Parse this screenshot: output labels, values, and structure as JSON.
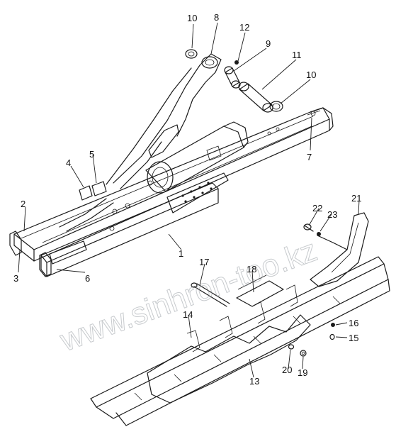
{
  "watermark": "www.sinhron-too.kz",
  "callouts": [
    {
      "id": "1",
      "text": "1"
    },
    {
      "id": "2",
      "text": "2"
    },
    {
      "id": "3",
      "text": "3"
    },
    {
      "id": "4",
      "text": "4"
    },
    {
      "id": "5",
      "text": "5"
    },
    {
      "id": "6",
      "text": "6"
    },
    {
      "id": "7",
      "text": "7"
    },
    {
      "id": "8",
      "text": "8"
    },
    {
      "id": "9",
      "text": "9"
    },
    {
      "id": "10a",
      "text": "10"
    },
    {
      "id": "10b",
      "text": "10"
    },
    {
      "id": "11",
      "text": "11"
    },
    {
      "id": "12",
      "text": "12"
    },
    {
      "id": "13",
      "text": "13"
    },
    {
      "id": "14",
      "text": "14"
    },
    {
      "id": "15",
      "text": "15"
    },
    {
      "id": "16",
      "text": "16"
    },
    {
      "id": "17",
      "text": "17"
    },
    {
      "id": "18",
      "text": "18"
    },
    {
      "id": "19",
      "text": "19"
    },
    {
      "id": "20",
      "text": "20"
    },
    {
      "id": "21",
      "text": "21"
    },
    {
      "id": "22",
      "text": "22"
    },
    {
      "id": "23",
      "text": "23"
    }
  ]
}
